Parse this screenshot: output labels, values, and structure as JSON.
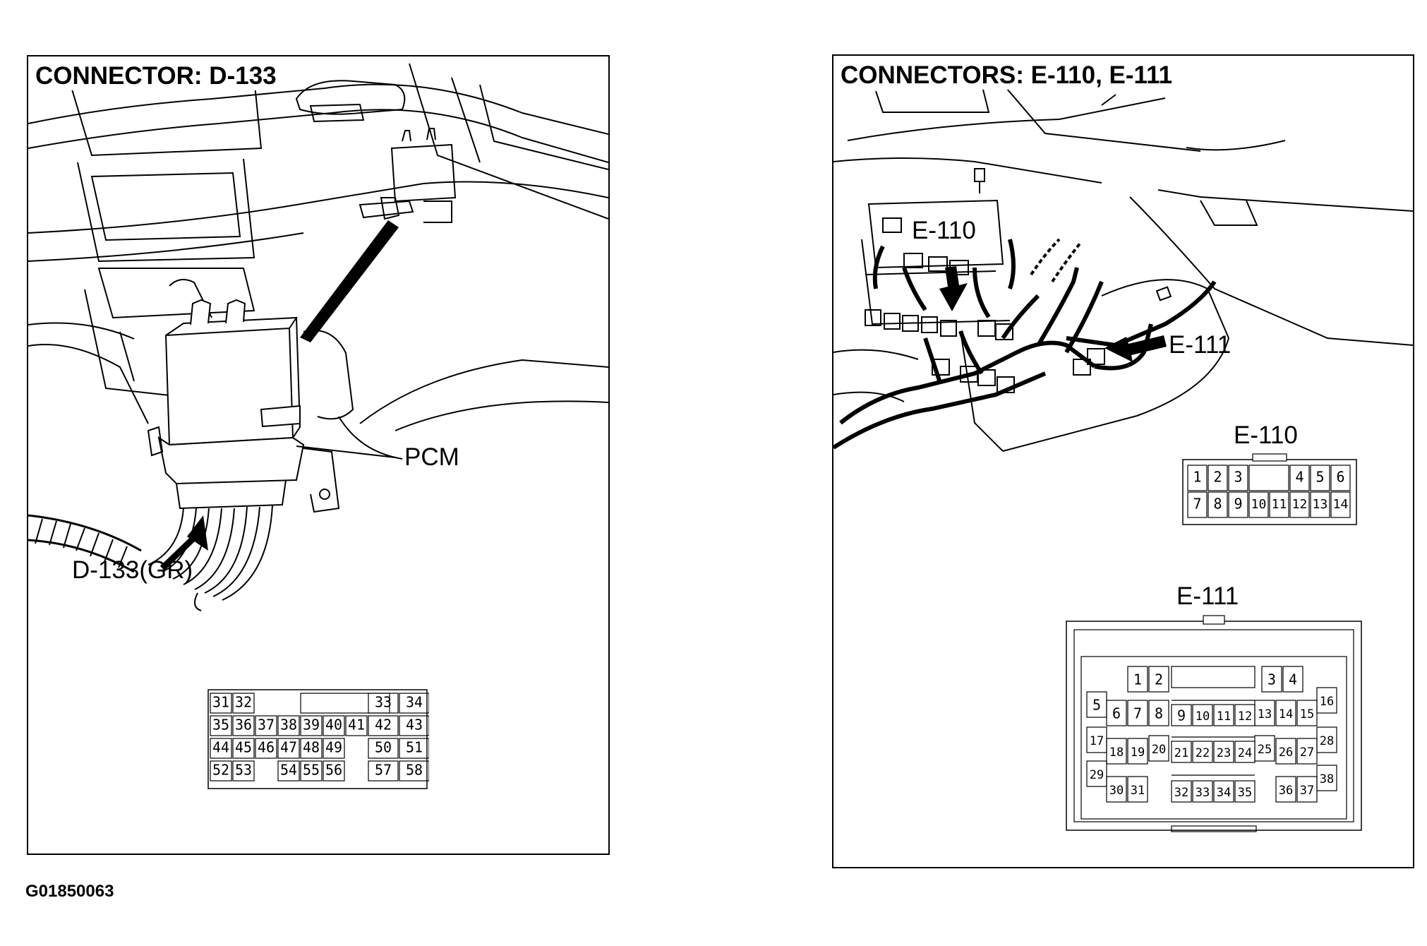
{
  "left_panel": {
    "title": "CONNECTOR: D-133",
    "callouts": {
      "pcm": "PCM",
      "connector": "D-133(GR)"
    },
    "pins": {
      "rows": [
        [
          "31",
          "32",
          "",
          "",
          "",
          "",
          "",
          "33",
          "34"
        ],
        [
          "35",
          "36",
          "37",
          "38",
          "39",
          "40",
          "41",
          "42",
          "43"
        ],
        [
          "44",
          "45",
          "46",
          "47",
          "48",
          "49",
          "",
          "50",
          "51"
        ],
        [
          "52",
          "53",
          "",
          "54",
          "55",
          "56",
          "",
          "57",
          "58"
        ]
      ]
    }
  },
  "right_panel": {
    "title": "CONNECTORS: E-110, E-111",
    "callouts": {
      "e110": "E-110",
      "e111": "E-111"
    },
    "e110": {
      "label": "E-110",
      "row1": [
        "1",
        "2",
        "3",
        "",
        "",
        "4",
        "5",
        "6"
      ],
      "row2": [
        "7",
        "8",
        "9",
        "10",
        "11",
        "12",
        "13",
        "14"
      ]
    },
    "e111": {
      "label": "E-111",
      "pins": [
        "1",
        "2",
        "3",
        "4",
        "5",
        "6",
        "7",
        "8",
        "9",
        "10",
        "11",
        "12",
        "13",
        "14",
        "15",
        "16",
        "17",
        "18",
        "19",
        "20",
        "21",
        "22",
        "23",
        "24",
        "25",
        "26",
        "27",
        "28",
        "29",
        "30",
        "31",
        "32",
        "33",
        "34",
        "35",
        "36",
        "37",
        "38"
      ]
    }
  },
  "figure_id": "G01850063"
}
